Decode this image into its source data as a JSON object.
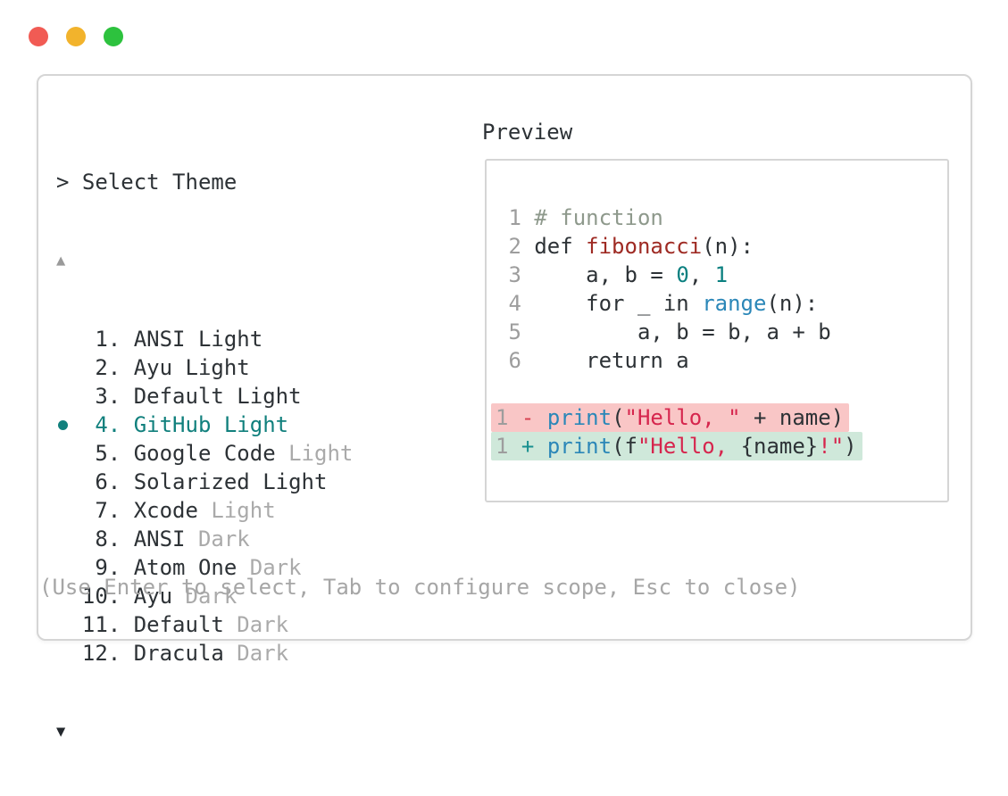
{
  "window_controls": {
    "close_color": "#f15b54",
    "minimize_color": "#f2b32c",
    "zoom_color": "#2dc23e"
  },
  "prompt": "> Select Theme",
  "scroll_up": "▲",
  "scroll_down": "▼",
  "themes": [
    {
      "num": " 1",
      "name": "ANSI Light",
      "dim": "",
      "selected": false
    },
    {
      "num": " 2",
      "name": "Ayu Light",
      "dim": "",
      "selected": false
    },
    {
      "num": " 3",
      "name": "Default Light",
      "dim": "",
      "selected": false
    },
    {
      "num": " 4",
      "name": "GitHub Light",
      "dim": "",
      "selected": true
    },
    {
      "num": " 5",
      "name": "Google Code",
      "dim": " Light",
      "selected": false
    },
    {
      "num": " 6",
      "name": "Solarized Light",
      "dim": "",
      "selected": false
    },
    {
      "num": " 7",
      "name": "Xcode",
      "dim": " Light",
      "selected": false
    },
    {
      "num": " 8",
      "name": "ANSI",
      "dim": " Dark",
      "selected": false
    },
    {
      "num": " 9",
      "name": "Atom One",
      "dim": " Dark",
      "selected": false
    },
    {
      "num": "10",
      "name": "Ayu",
      "dim": " Dark",
      "selected": false
    },
    {
      "num": "11",
      "name": "Default",
      "dim": " Dark",
      "selected": false
    },
    {
      "num": "12",
      "name": "Dracula",
      "dim": " Dark",
      "selected": false
    }
  ],
  "preview": {
    "label": "Preview",
    "lines": [
      {
        "tokens": [
          [
            "ln",
            " 1 "
          ],
          [
            "com",
            "# function"
          ]
        ]
      },
      {
        "tokens": [
          [
            "ln",
            " 2 "
          ],
          [
            "pl",
            "def "
          ],
          [
            "fn",
            "fibonacci"
          ],
          [
            "pl",
            "(n):"
          ]
        ]
      },
      {
        "tokens": [
          [
            "ln",
            " 3 "
          ],
          [
            "pl",
            "    a, b = "
          ],
          [
            "nm",
            "0"
          ],
          [
            "pl",
            ", "
          ],
          [
            "nm",
            "1"
          ]
        ]
      },
      {
        "tokens": [
          [
            "ln",
            " 4 "
          ],
          [
            "pl",
            "    for _ in "
          ],
          [
            "bi",
            "range"
          ],
          [
            "pl",
            "(n):"
          ]
        ]
      },
      {
        "tokens": [
          [
            "ln",
            " 5 "
          ],
          [
            "pl",
            "        a, b = b, a + b"
          ]
        ]
      },
      {
        "tokens": [
          [
            "ln",
            " 6 "
          ],
          [
            "pl",
            "    return a"
          ]
        ]
      },
      {
        "tokens": []
      },
      {
        "bg": "removed",
        "tokens": [
          [
            "ln",
            "1 "
          ],
          [
            "mi",
            "- "
          ],
          [
            "bi",
            "print"
          ],
          [
            "pl",
            "("
          ],
          [
            "st",
            "\"Hello, \""
          ],
          [
            "pl",
            " + name)"
          ]
        ]
      },
      {
        "bg": "added",
        "tokens": [
          [
            "ln",
            "1 "
          ],
          [
            "ad",
            "+ "
          ],
          [
            "bi",
            "print"
          ],
          [
            "pl",
            "(f"
          ],
          [
            "st",
            "\"Hello, "
          ],
          [
            "pl",
            "{name}"
          ],
          [
            "st",
            "!\""
          ],
          [
            "pl",
            ")"
          ]
        ]
      }
    ]
  },
  "footer": "(Use Enter to select, Tab to configure scope, Esc to close)",
  "colors": {
    "selection_teal": "#11807d",
    "text_dark": "#2d3236",
    "text_dim": "#aaaaaa",
    "line_number_gray": "#9d9d9d",
    "comment": "#8e998c",
    "function_name": "#9e2a23",
    "number_literal": "#0b8080",
    "builtin_blue": "#2b87b8",
    "string_crimson": "#d6254d",
    "diff_minus": "#d63f4f",
    "diff_plus": "#178f8f",
    "diff_removed_bg": "#f9c6c6",
    "diff_added_bg": "#cfe8da",
    "panel_border": "#d5d5d5"
  }
}
